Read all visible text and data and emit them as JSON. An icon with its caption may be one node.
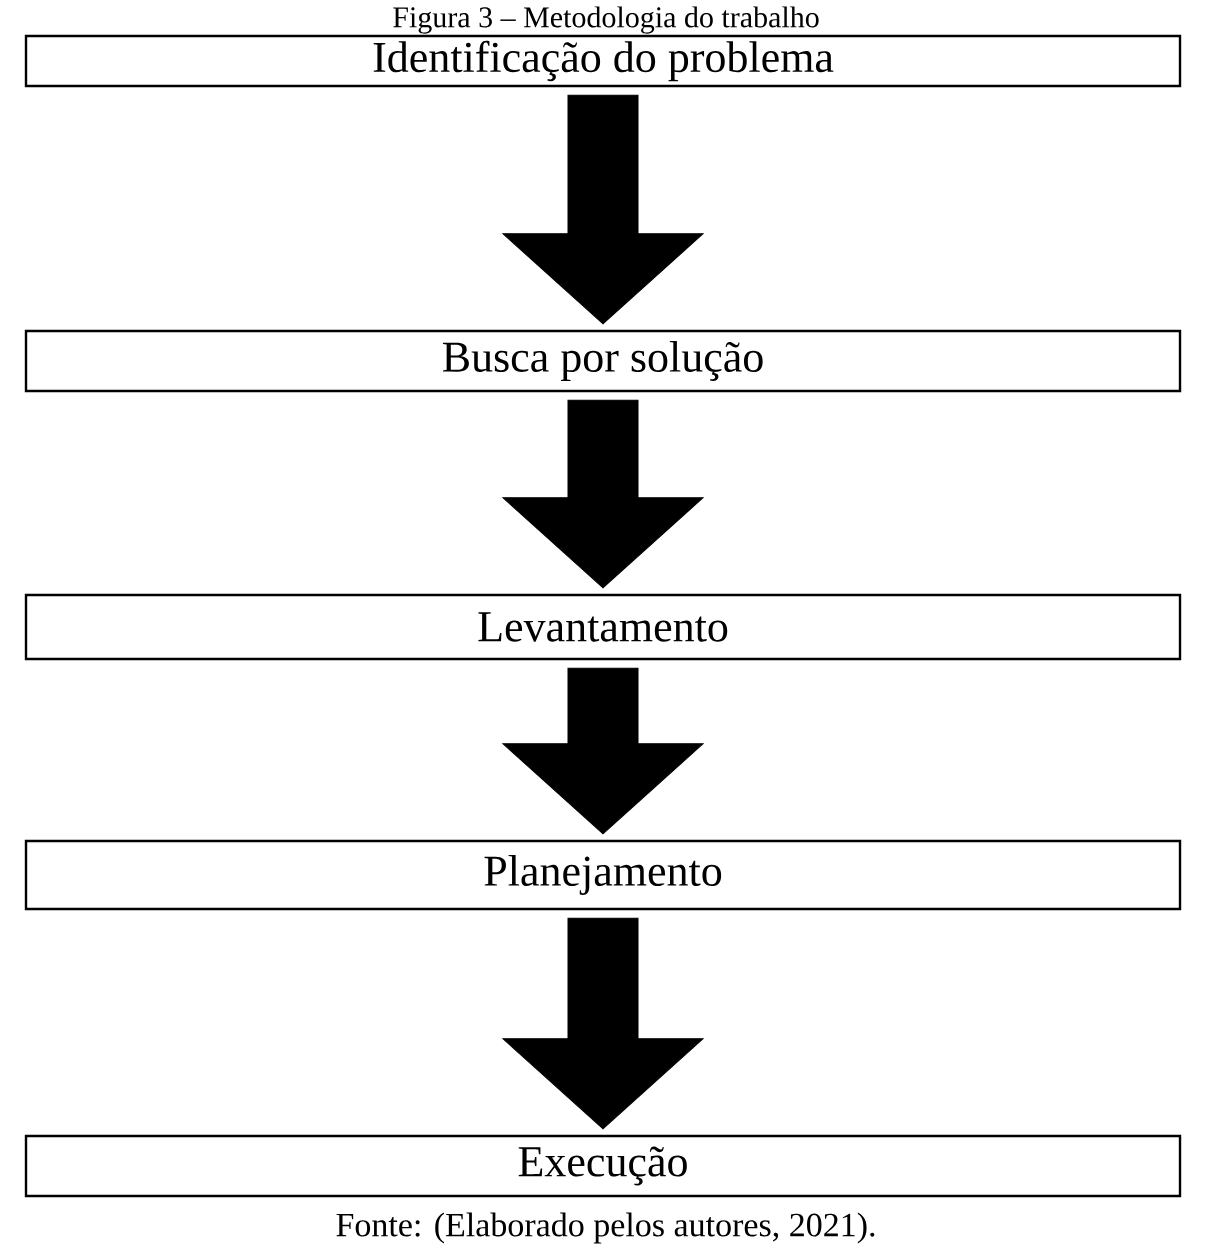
{
  "diagram": {
    "title": "Figura 3 – Metodologia do trabalho",
    "caption": "Fonte: (Elaborado pelos autores, 2021).",
    "nodes": [
      {
        "text": [
          "Identificação do problema"
        ]
      },
      {
        "text": [
          "Busca por solução"
        ]
      },
      {
        "text": [
          "Levantamento"
        ]
      },
      {
        "text": [
          "Planejamento"
        ]
      },
      {
        "text": [
          "Execução"
        ]
      }
    ],
    "edges": [
      {
        "from": 0,
        "to": 1,
        "arrow": "to"
      },
      {
        "from": 1,
        "to": 2,
        "arrow": "to"
      },
      {
        "from": 2,
        "to": 3,
        "arrow": "to"
      },
      {
        "from": 3,
        "to": 4,
        "arrow": "to"
      }
    ]
  }
}
